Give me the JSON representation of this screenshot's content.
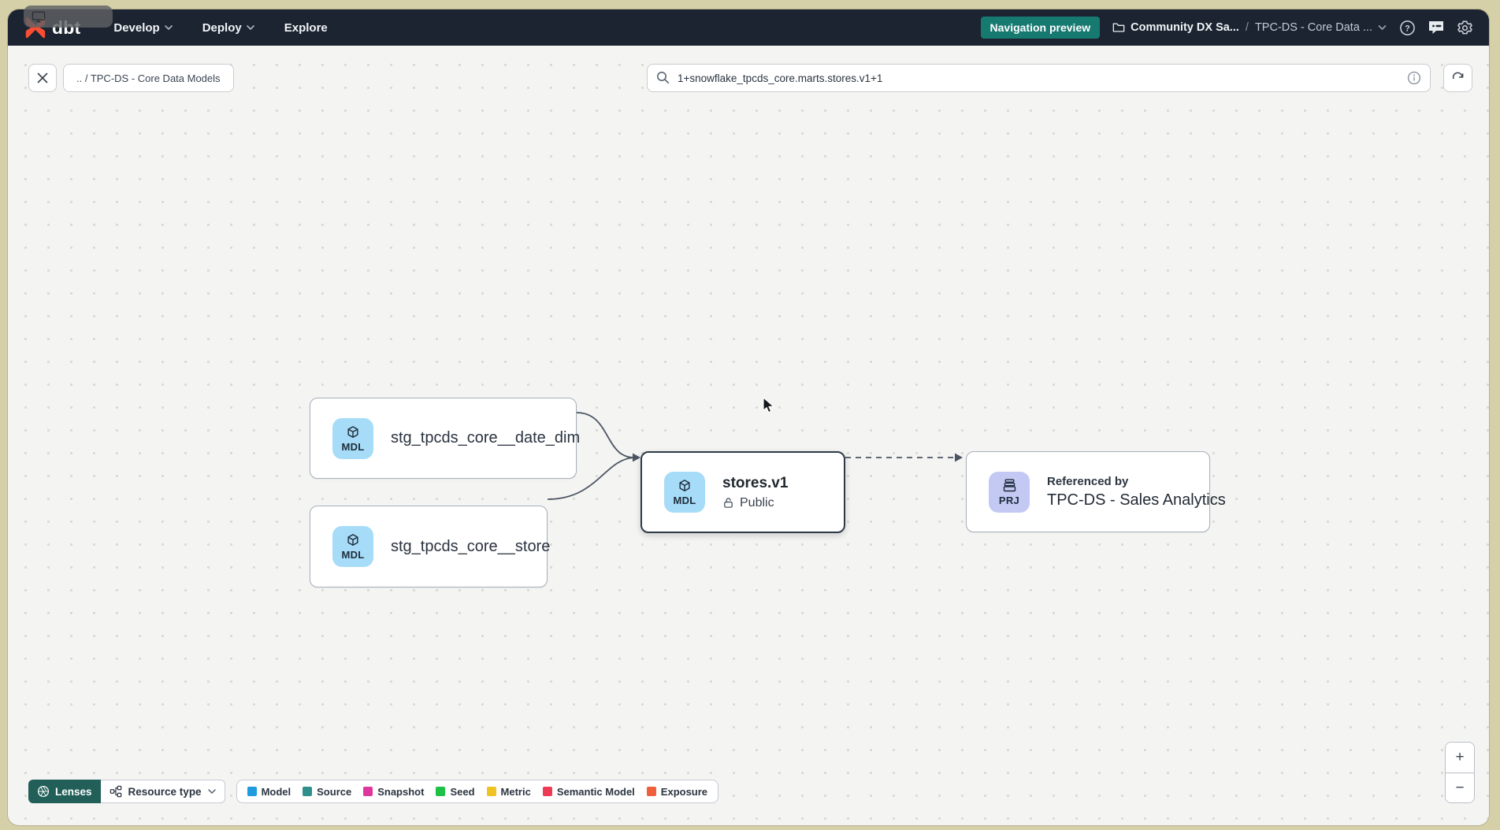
{
  "navbar": {
    "logo_text": "dbt",
    "menu": [
      {
        "label": "Develop"
      },
      {
        "label": "Deploy"
      },
      {
        "label": "Explore"
      }
    ],
    "preview_badge": "Navigation preview",
    "breadcrumb": {
      "project": "Community DX Sa...",
      "separator": "/",
      "current": "TPC-DS - Core Data ..."
    }
  },
  "toolbar": {
    "breadcrumb_chip": ".. / TPC-DS - Core Data Models",
    "search_value": "1+snowflake_tpcds_core.marts.stores.v1+1"
  },
  "graph": {
    "nodes": [
      {
        "badge": "MDL",
        "label": "stg_tpcds_core__date_dim"
      },
      {
        "badge": "MDL",
        "label": "stg_tpcds_core__store"
      },
      {
        "badge": "MDL",
        "label": "stores.v1",
        "sublabel": "Public",
        "selected": true
      },
      {
        "badge": "PRJ",
        "eyebrow": "Referenced by",
        "label": "TPC-DS - Sales Analytics"
      }
    ]
  },
  "footer": {
    "lenses_label": "Lenses",
    "resource_type_label": "Resource type",
    "legend": [
      {
        "label": "Model",
        "color": "#1f9bde"
      },
      {
        "label": "Source",
        "color": "#2f8f8a"
      },
      {
        "label": "Snapshot",
        "color": "#e0379f"
      },
      {
        "label": "Seed",
        "color": "#1dc146"
      },
      {
        "label": "Metric",
        "color": "#efc324"
      },
      {
        "label": "Semantic Model",
        "color": "#ed3b56"
      },
      {
        "label": "Exposure",
        "color": "#f05f3c"
      }
    ]
  },
  "zoom_controls": {
    "zoom_in": "+",
    "zoom_out": "−"
  },
  "colors": {
    "navbar_bg": "#1b2430",
    "brand_orange": "#fa4e34",
    "preview_badge_bg": "#177a71",
    "lenses_bg": "#215f58",
    "model_icon_bg": "#a6dcf8",
    "project_icon_bg": "#c4c9f4",
    "canvas_bg": "#f4f4f2",
    "edge": "#4b5563"
  }
}
